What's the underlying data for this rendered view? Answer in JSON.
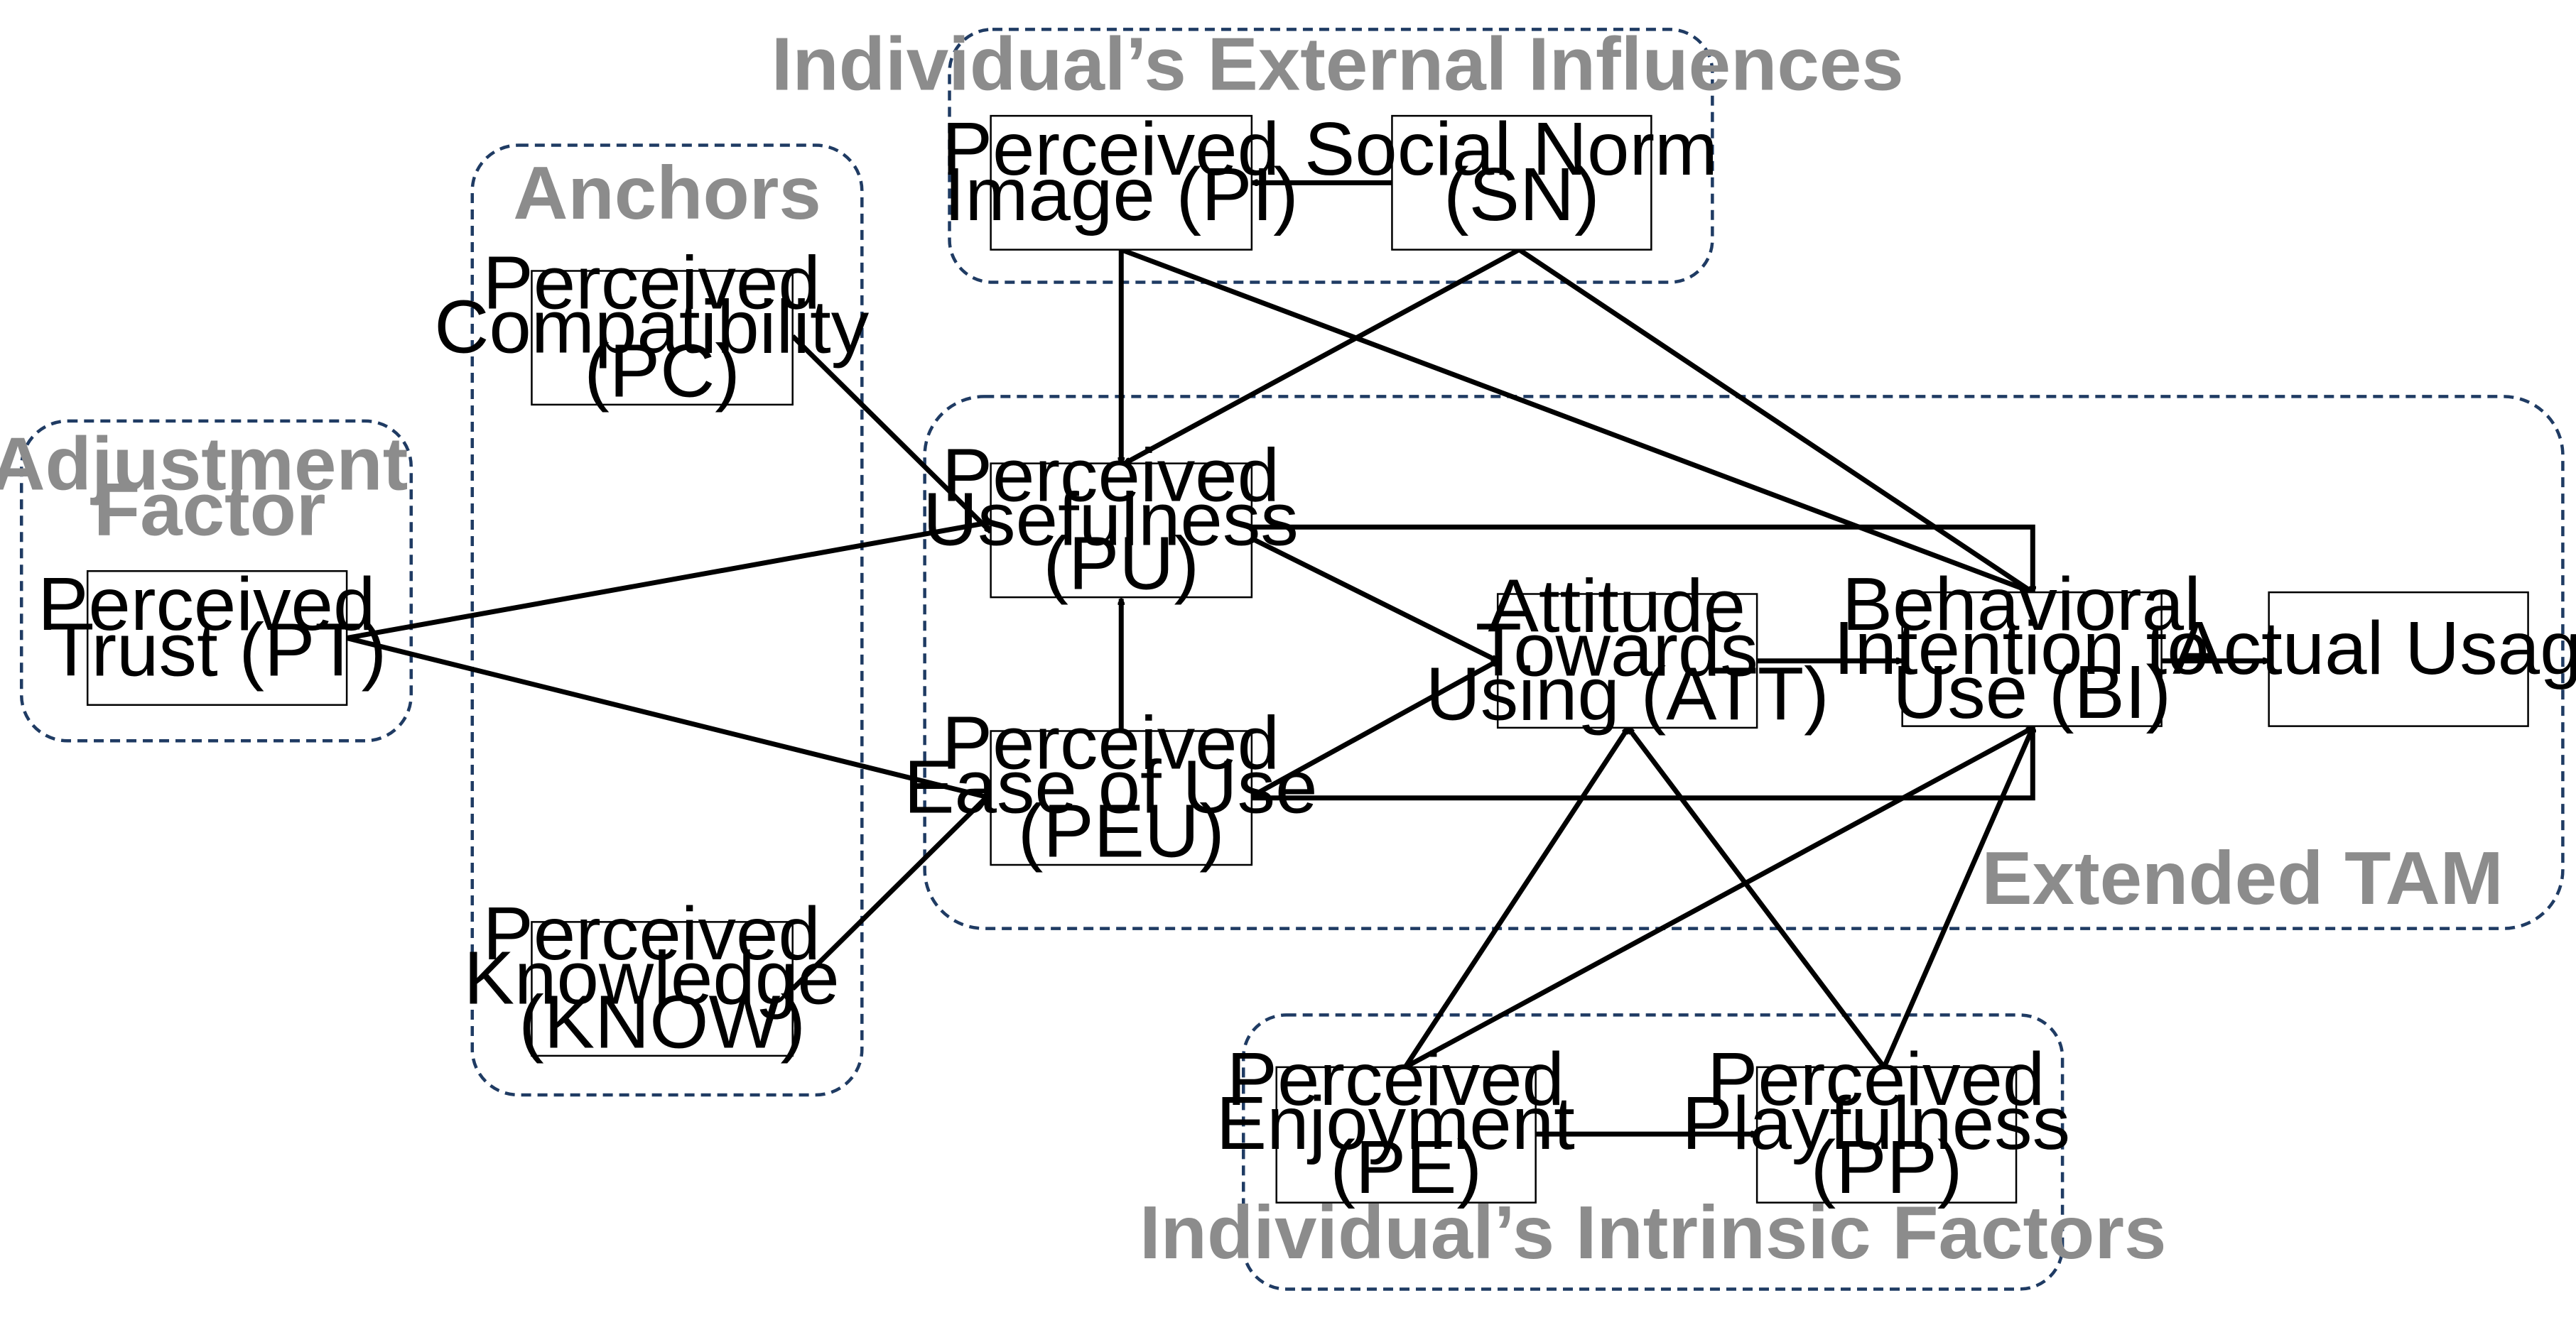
{
  "groups": {
    "adjustment": {
      "label_lines": [
        "Adjustment",
        "Factor"
      ]
    },
    "anchors": {
      "label_lines": [
        "Anchors"
      ]
    },
    "external": {
      "label_lines": [
        "Individual’s External Influences"
      ]
    },
    "tam": {
      "label_lines": [
        "Extended TAM"
      ]
    },
    "intrinsic": {
      "label_lines": [
        "Individual’s Intrinsic Factors"
      ]
    }
  },
  "nodes": {
    "PT": {
      "lines": [
        "Perceived",
        "Trust (PT)"
      ]
    },
    "PC": {
      "lines": [
        "Perceived",
        "Compatibility",
        "(PC)"
      ]
    },
    "KNOW": {
      "lines": [
        "Perceived",
        "Knowledge",
        "(KNOW)"
      ]
    },
    "PI": {
      "lines": [
        "Perceived",
        "Image (PI)"
      ]
    },
    "SN": {
      "lines": [
        "Social Norm",
        "(SN)"
      ]
    },
    "PU": {
      "lines": [
        "Perceived",
        "Usefulness",
        "(PU)"
      ]
    },
    "PEU": {
      "lines": [
        "Perceived",
        "Ease of Use",
        "(PEU)"
      ]
    },
    "ATT": {
      "lines": [
        "Attitude",
        "Towards",
        "Using (ATT)"
      ]
    },
    "BI": {
      "lines": [
        "Behavioral",
        "Intention to",
        "Use (BI)"
      ]
    },
    "AU": {
      "lines": [
        "Actual Usage"
      ]
    },
    "PE": {
      "lines": [
        "Perceived",
        "Enjoyment",
        "(PE)"
      ]
    },
    "PP": {
      "lines": [
        "Perceived",
        "Playfulness",
        "(PP)"
      ]
    }
  },
  "edges": [
    {
      "from": "SN",
      "to": "PI"
    },
    {
      "from": "PI",
      "to": "PU"
    },
    {
      "from": "PI",
      "to": "BI"
    },
    {
      "from": "SN",
      "to": "PU"
    },
    {
      "from": "SN",
      "to": "BI"
    },
    {
      "from": "PC",
      "to": "PU"
    },
    {
      "from": "PT",
      "to": "PU"
    },
    {
      "from": "PT",
      "to": "PEU"
    },
    {
      "from": "KNOW",
      "to": "PEU"
    },
    {
      "from": "PEU",
      "to": "PU"
    },
    {
      "from": "PU",
      "to": "ATT"
    },
    {
      "from": "PEU",
      "to": "ATT"
    },
    {
      "from": "PU",
      "to": "BI"
    },
    {
      "from": "PEU",
      "to": "BI"
    },
    {
      "from": "ATT",
      "to": "BI"
    },
    {
      "from": "BI",
      "to": "AU"
    },
    {
      "from": "PE",
      "to": "ATT"
    },
    {
      "from": "PE",
      "to": "BI"
    },
    {
      "from": "PE",
      "to": "PP"
    },
    {
      "from": "PP",
      "to": "ATT"
    },
    {
      "from": "PP",
      "to": "BI"
    }
  ],
  "colors": {
    "group_border": "#1f3b63",
    "group_label": "#8c8c8c",
    "node_border": "#000000",
    "arrow": "#000000",
    "background": "#ffffff"
  }
}
